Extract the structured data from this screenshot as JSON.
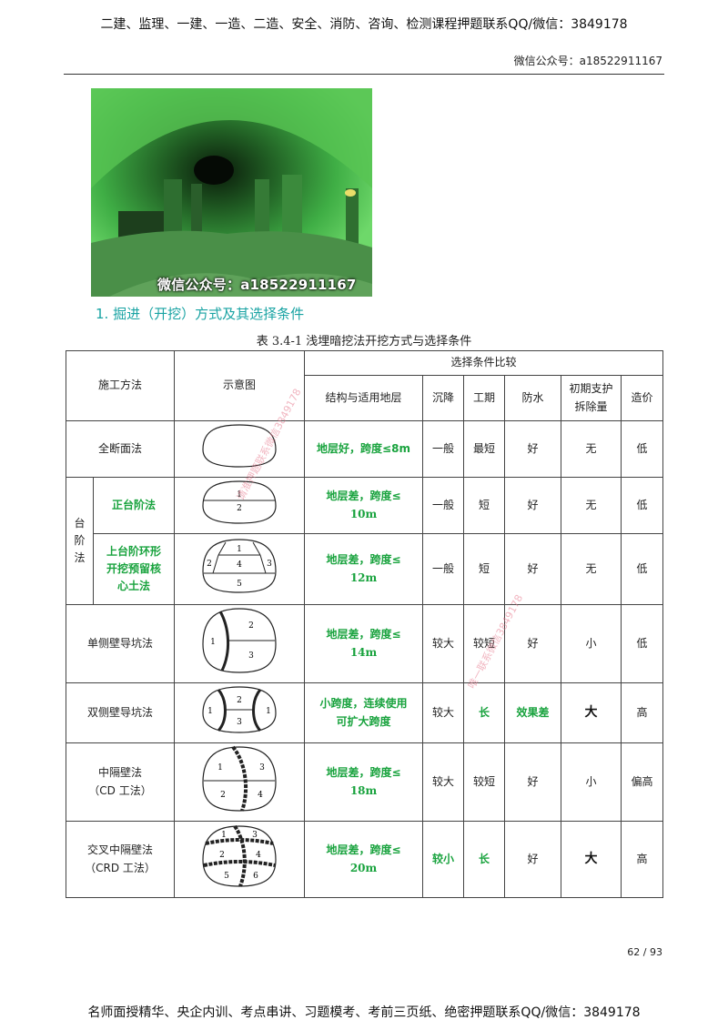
{
  "header": {
    "top": "二建、监理、一建、一造、二造、安全、消防、咨询、检测课程押题联系QQ/微信：3849178",
    "sub": "微信公众号：a18522911167"
  },
  "photo": {
    "watermark": "微信公众号：a18522911167"
  },
  "section_heading": "1. 掘进（开挖）方式及其选择条件",
  "table_caption": "表 3.4-1  浅埋暗挖法开挖方式与选择条件",
  "table": {
    "headers": {
      "method": "施工方法",
      "diagram": "示意图",
      "group": "选择条件比较",
      "structure": "结构与适用地层",
      "settlement": "沉降",
      "duration": "工期",
      "waterproof": "防水",
      "removal_line1": "初期支护",
      "removal_line2": "拆除量",
      "cost": "造价"
    },
    "step_group": [
      "台",
      "阶",
      "法"
    ],
    "rows": [
      {
        "method": [
          "全断面法"
        ],
        "structure": [
          "地层好，跨度≤8m"
        ],
        "settlement": "一般",
        "duration": "最短",
        "waterproof": "好",
        "removal": "无",
        "cost": "低"
      },
      {
        "method": [
          "正台阶法"
        ],
        "structure": [
          "地层差，跨度≤",
          "10m"
        ],
        "settlement": "一般",
        "duration": "短",
        "waterproof": "好",
        "removal": "无",
        "cost": "低"
      },
      {
        "method": [
          "上台阶环形",
          "开挖预留核",
          "心土法"
        ],
        "structure": [
          "地层差，跨度≤",
          "12m"
        ],
        "settlement": "一般",
        "duration": "短",
        "waterproof": "好",
        "removal": "无",
        "cost": "低"
      },
      {
        "method": [
          "单侧壁导坑法"
        ],
        "structure": [
          "地层差，跨度≤",
          "14m"
        ],
        "settlement": "较大",
        "duration": "较短",
        "waterproof": "好",
        "removal": "小",
        "cost": "低"
      },
      {
        "method": [
          "双侧壁导坑法"
        ],
        "structure": [
          "小跨度，连续使用",
          "可扩大跨度"
        ],
        "settlement": "较大",
        "duration": "长",
        "waterproof": "效果差",
        "removal": "大",
        "cost": "高"
      },
      {
        "method": [
          "中隔壁法",
          "（CD 工法）"
        ],
        "structure": [
          "地层差，跨度≤",
          "18m"
        ],
        "settlement": "较大",
        "duration": "较短",
        "waterproof": "好",
        "removal": "小",
        "cost": "偏高"
      },
      {
        "method": [
          "交叉中隔壁法",
          "（CRD 工法）"
        ],
        "structure": [
          "地层差，跨度≤",
          "20m"
        ],
        "settlement": "较小",
        "duration": "长",
        "waterproof": "好",
        "removal": "大",
        "cost": "高"
      }
    ],
    "diagram_labels": {
      "step": [
        "1",
        "2"
      ],
      "core": [
        "1",
        "2",
        "3",
        "4",
        "5"
      ],
      "single": [
        "1",
        "2",
        "3"
      ],
      "double": [
        "1",
        "2",
        "3",
        "1"
      ],
      "cd": [
        "1",
        "3",
        "2",
        "4"
      ],
      "crd": [
        "1",
        "3",
        "2",
        "4",
        "5",
        "6"
      ]
    }
  },
  "watermarks": [
    "请准押题联系微信3849178",
    "唯一联系微信3849178"
  ],
  "page_number": "62 / 93",
  "footer": "名师面授精华、央企内训、考点串讲、习题模考、考前三页纸、绝密押题联系QQ/微信：3849178"
}
